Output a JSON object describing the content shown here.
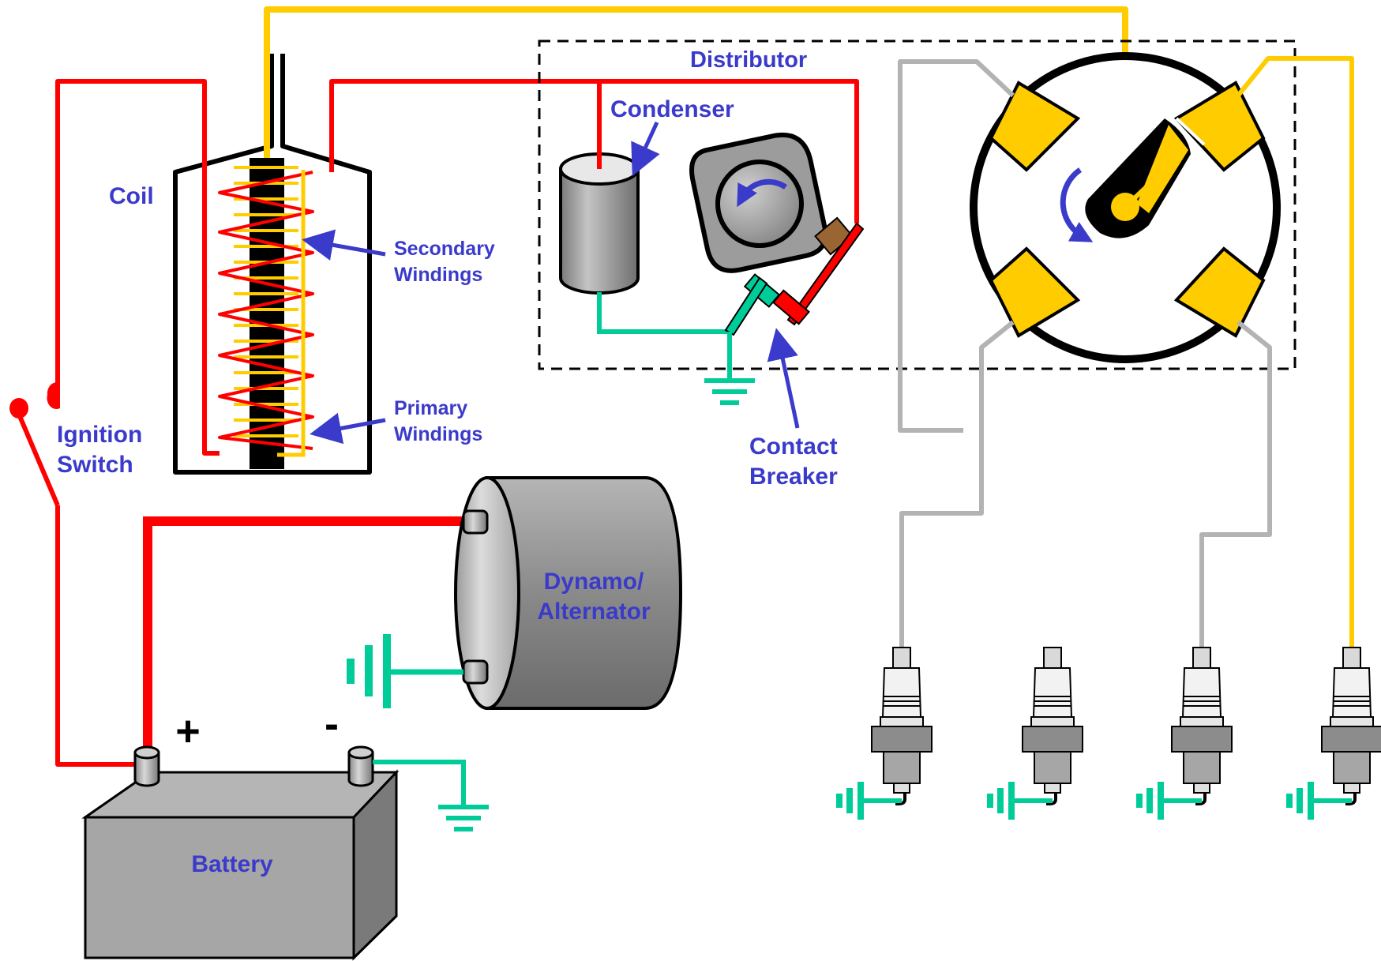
{
  "labels": {
    "coil": "Coil",
    "secondary_line1": "Secondary",
    "secondary_line2": "Windings",
    "primary_line1": "Primary",
    "primary_line2": "Windings",
    "ignition_line1": "Ignition",
    "ignition_line2": "Switch",
    "distributor": "Distributor",
    "condenser": "Condenser",
    "contact_line1": "Contact",
    "contact_line2": "Breaker",
    "dynamo_line1": "Dynamo/",
    "dynamo_line2": "Alternator",
    "battery": "Battery",
    "plus": "+",
    "minus": "-"
  },
  "colors": {
    "low_tension": "#ff0000",
    "high_tension": "#ffcc00",
    "ground": "#00cc99",
    "ht_leads": "#b3b3b3",
    "label": "#3a3acb"
  },
  "icons": [
    "ground-symbol-icon",
    "rotation-arrow-icon",
    "spark-plug-icon"
  ]
}
